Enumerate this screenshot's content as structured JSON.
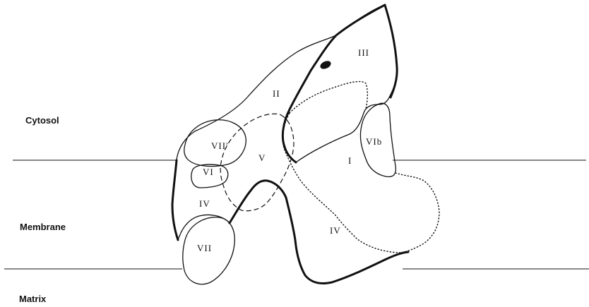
{
  "compartments": {
    "cytosol": "Cytosol",
    "membrane": "Membrane",
    "matrix": "Matrix"
  },
  "regions": {
    "I": "I",
    "II": "II",
    "III": "III",
    "IV_left": "IV",
    "IV_right": "IV",
    "V": "V",
    "VI": "VI",
    "VIb": "VIb",
    "VII": "VII",
    "VII_prime": "VII′"
  }
}
